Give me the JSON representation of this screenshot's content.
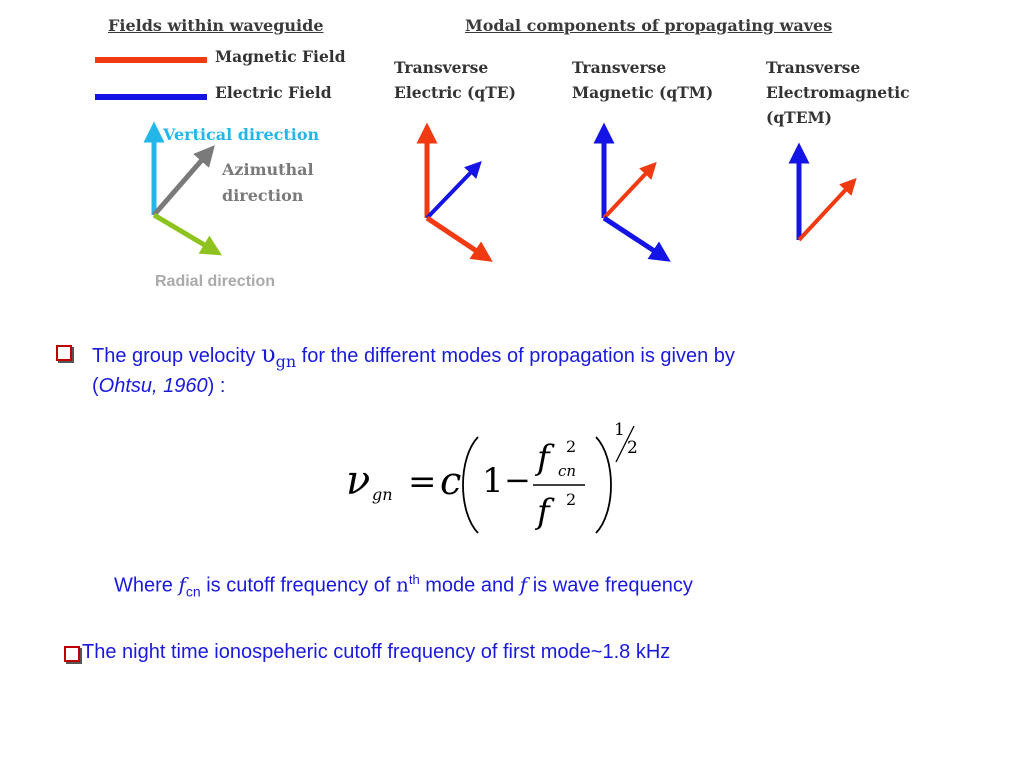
{
  "legend": {
    "title": "Fields within waveguide",
    "magnetic_label": "Magnetic Field",
    "electric_label": "Electric Field",
    "magnetic_color": "#f03a12",
    "electric_color": "#1414e6"
  },
  "directions": {
    "vertical": "Vertical direction",
    "azimuthal_line1": "Azimuthal",
    "azimuthal_line2": "direction",
    "radial": "Radial direction",
    "vertical_color": "#22b7e8",
    "azimuthal_color": "#7a7a7a",
    "radial_color": "#8dc21f"
  },
  "modal": {
    "title": "Modal components of propagating waves",
    "modes": [
      {
        "line1": "Transverse",
        "line2": "Electric (qTE)",
        "line3": ""
      },
      {
        "line1": "Transverse",
        "line2": "Magnetic (qTM)",
        "line3": ""
      },
      {
        "line1": "Transverse",
        "line2": "Electromagnetic",
        "line3": "(qTEM)"
      }
    ]
  },
  "bullet1": {
    "text_a": "The group velocity ",
    "symbol": "υ",
    "subscript": "gn",
    "text_b": " for the different modes of propagation is given by",
    "paren_open": "(",
    "citation": "Ohtsu, 1960",
    "text_c": ") :"
  },
  "equation": {
    "lhs": "ν",
    "lhs_sub": "gn",
    "equals": "=",
    "c": "c",
    "one": "1",
    "minus": "−",
    "num_f": "f",
    "num_sub": "cn",
    "num_exp": "2",
    "den_f": "f",
    "den_exp": "2",
    "exp_num": "1",
    "exp_den": "2"
  },
  "where_line": {
    "text_a": "Where ",
    "f": "f",
    "f_sub": "cn",
    "text_b": " is cutoff frequency of ",
    "n": "n",
    "n_sup": "th",
    "text_c": " mode and ",
    "f2": "f",
    "text_d": " is wave frequency"
  },
  "bullet2": {
    "text": "The night time ionospeheric cutoff frequency of first mode~1.8 kHz"
  }
}
